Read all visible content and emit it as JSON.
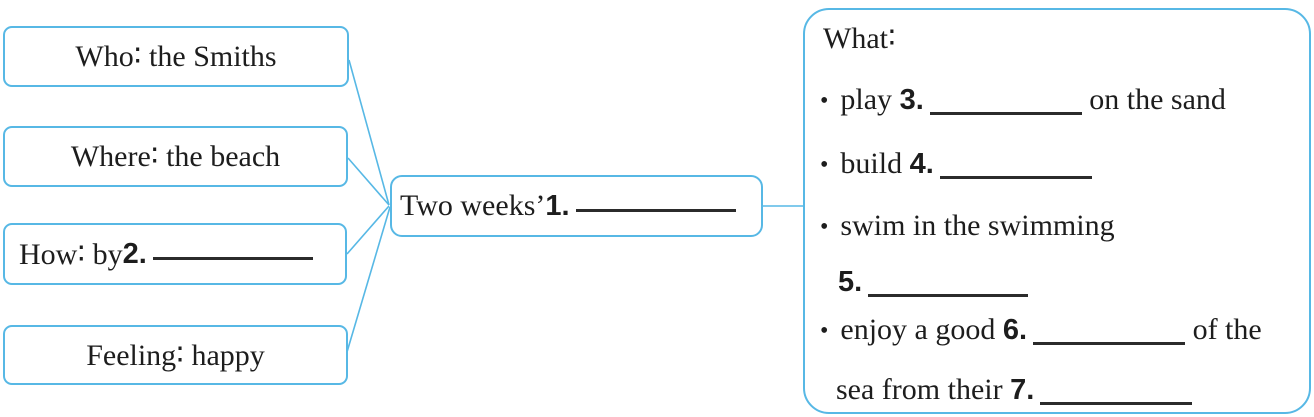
{
  "colors": {
    "accent": "#57b8e5",
    "ink": "#1d1d1d",
    "blank_line": "#2b2b2b"
  },
  "boxes": {
    "who": {
      "text": "Who∶ the Smiths"
    },
    "where": {
      "text": "Where∶ the beach"
    },
    "how": {
      "before": "How∶ by ",
      "number": "2.",
      "blank": true
    },
    "feeling": {
      "text": "Feeling∶ happy"
    },
    "center": {
      "before": "Two weeks’ ",
      "number": "1.",
      "blank": true
    },
    "what": {
      "title": "What∶",
      "bullet": "•",
      "lines": [
        {
          "before": "play ",
          "number": "3.",
          "after": " on the sand",
          "blank": true
        },
        {
          "before": "build ",
          "number": "4.",
          "blank": true
        },
        {
          "before": "swim in the swimming"
        },
        {
          "number": "5.",
          "blank": true
        },
        {
          "before": "enjoy a good ",
          "number": "6.",
          "after": " of the",
          "blank": true
        },
        {
          "before": "sea from their ",
          "number": "7.",
          "blank": true
        }
      ]
    }
  }
}
